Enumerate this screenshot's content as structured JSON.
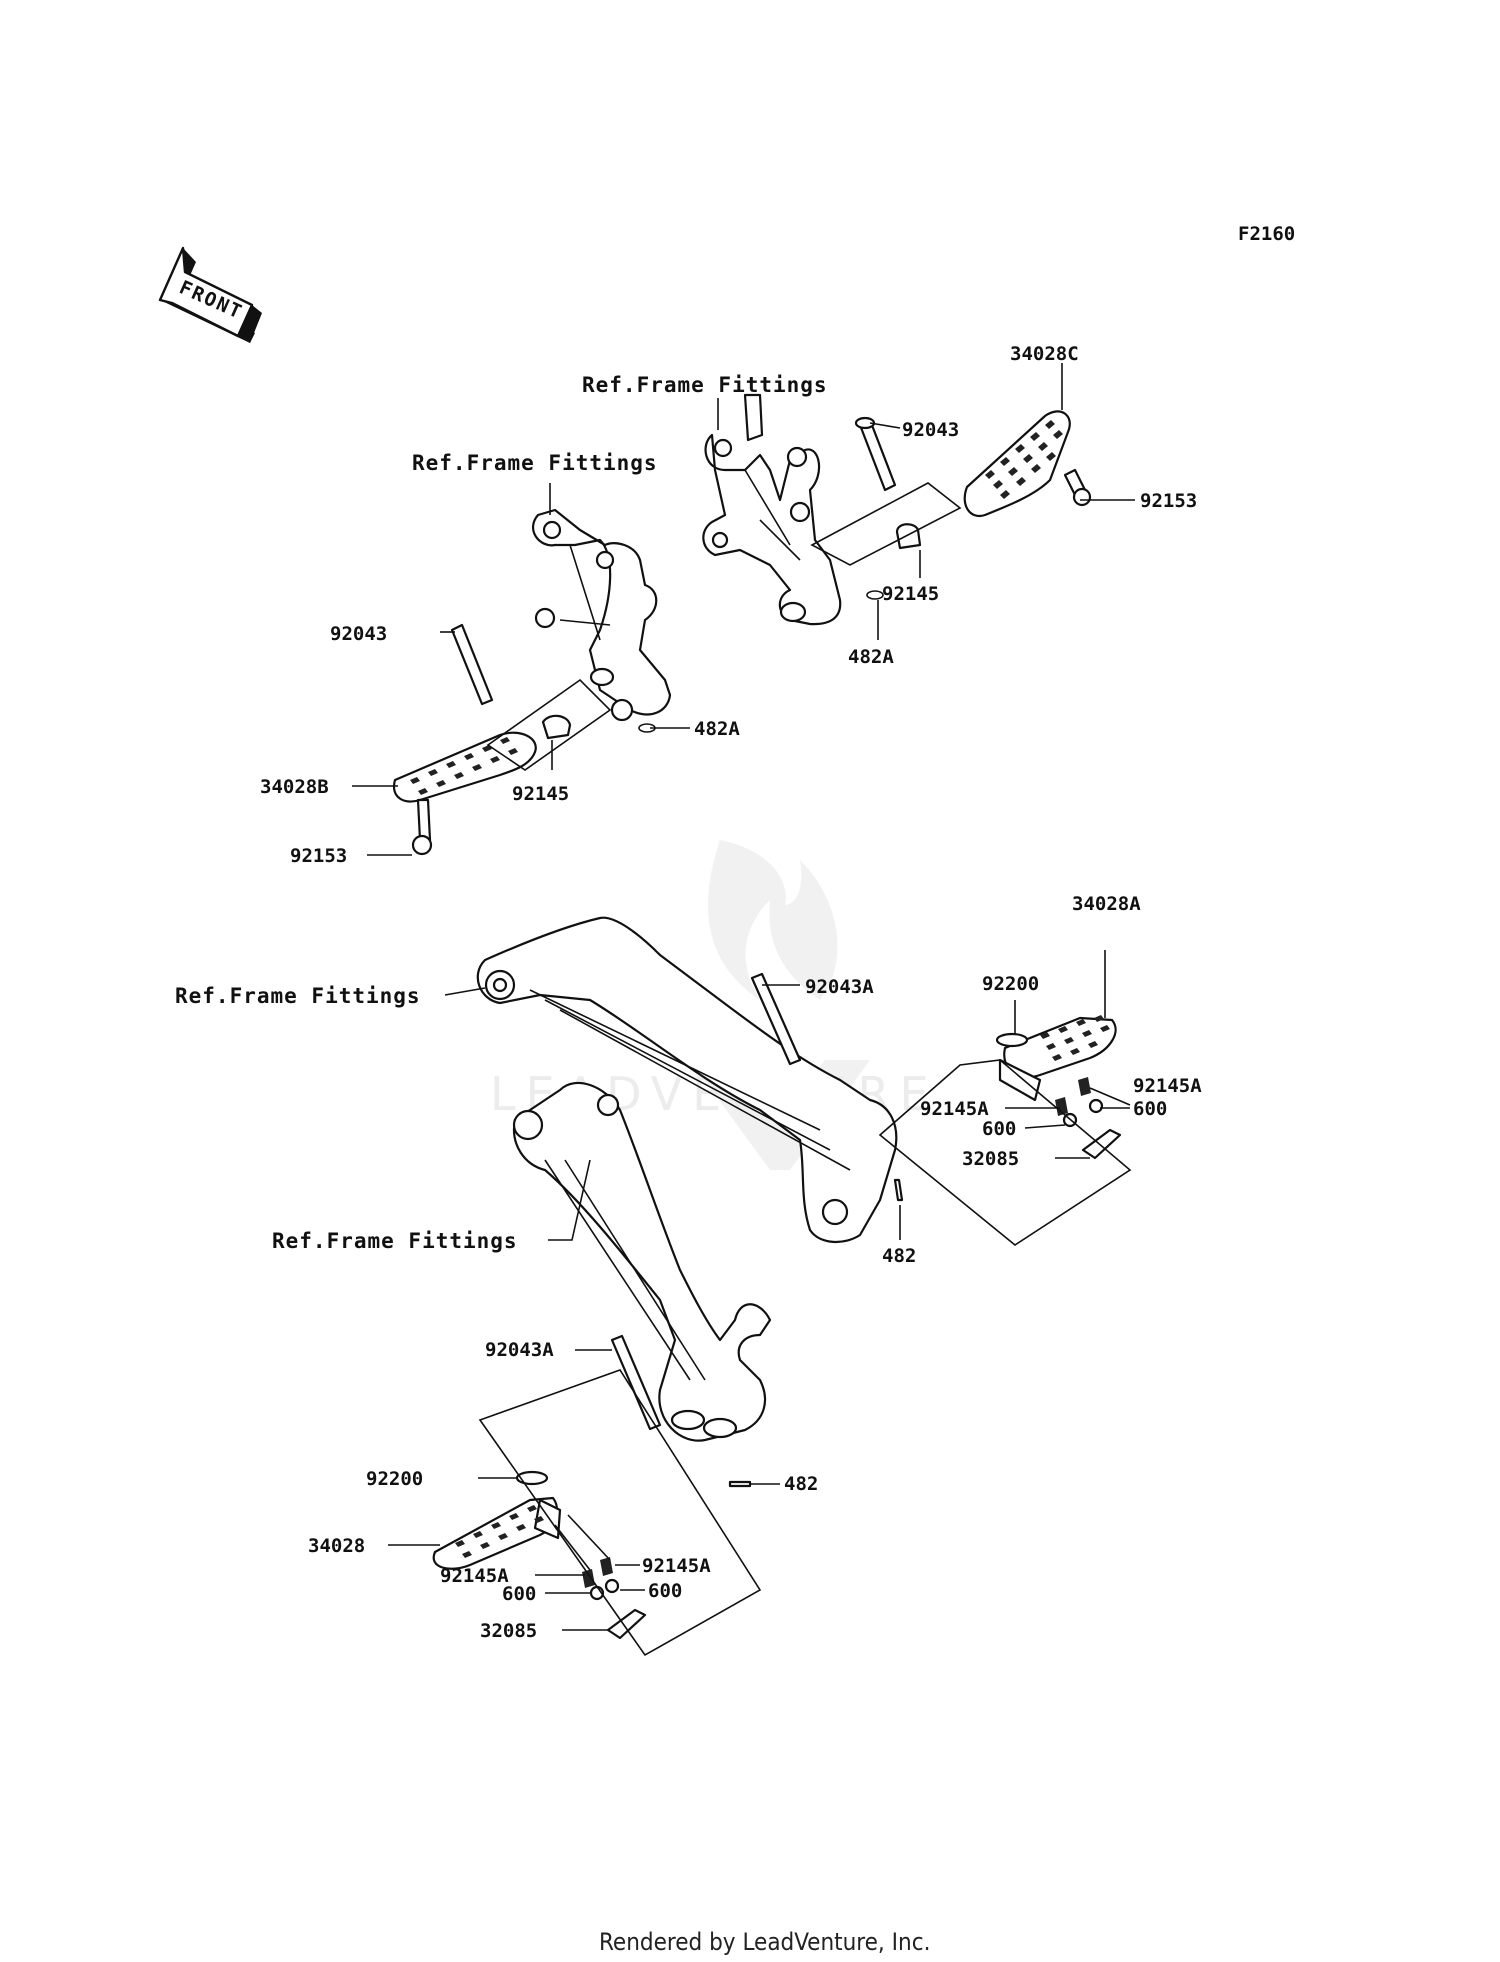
{
  "diagram": {
    "code": "F2160",
    "front_label": "FRONT",
    "footer": "Rendered by LeadVenture, Inc.",
    "watermark": "LEADVENTURE",
    "callouts": {
      "ref_frame_1": "Ref.Frame Fittings",
      "ref_frame_2": "Ref.Frame Fittings",
      "ref_frame_3": "Ref.Frame Fittings",
      "ref_frame_4": "Ref.Frame Fittings",
      "p34028C": "34028C",
      "p92043_r": "92043",
      "p92153_r": "92153",
      "p92145_r": "92145",
      "p482A_r": "482A",
      "p92043_l": "92043",
      "p482A_l": "482A",
      "p34028B": "34028B",
      "p92145_l": "92145",
      "p92153_l": "92153",
      "p34028A": "34028A",
      "p92200_r": "92200",
      "p92043A_r": "92043A",
      "p92145A_r1": "92145A",
      "p92145A_r2": "92145A",
      "p600_r1": "600",
      "p600_r2": "600",
      "p32085_r": "32085",
      "p482_r": "482",
      "p92043A_l": "92043A",
      "p482_l": "482",
      "p92200_l": "92200",
      "p34028": "34028",
      "p92145A_l1": "92145A",
      "p92145A_l2": "92145A",
      "p600_l1": "600",
      "p600_l2": "600",
      "p32085_l": "32085"
    }
  }
}
